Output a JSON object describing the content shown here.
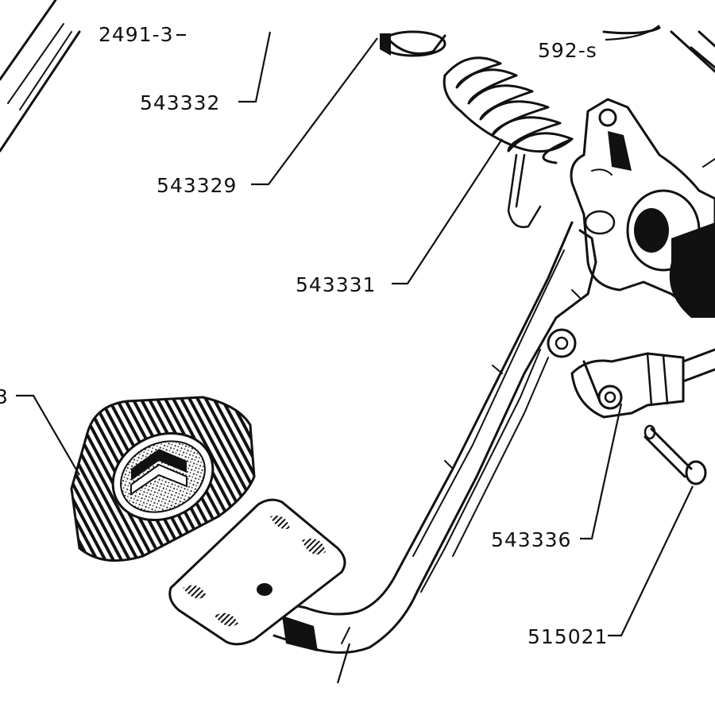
{
  "diagram": {
    "labels": [
      {
        "id": "label-2491-3",
        "text": "2491-3"
      },
      {
        "id": "label-592-s",
        "text": "592-s"
      },
      {
        "id": "label-543332",
        "text": "543332"
      },
      {
        "id": "label-543329",
        "text": "543329"
      },
      {
        "id": "label-543331",
        "text": "543331"
      },
      {
        "id": "label-543336",
        "text": "543336"
      },
      {
        "id": "label-515021",
        "text": "515021"
      },
      {
        "id": "label-partial-left",
        "text": "3"
      }
    ]
  },
  "colors": {
    "ink": "#111111",
    "paper": "#ffffff",
    "pad_fill": "#4a4a4a"
  }
}
